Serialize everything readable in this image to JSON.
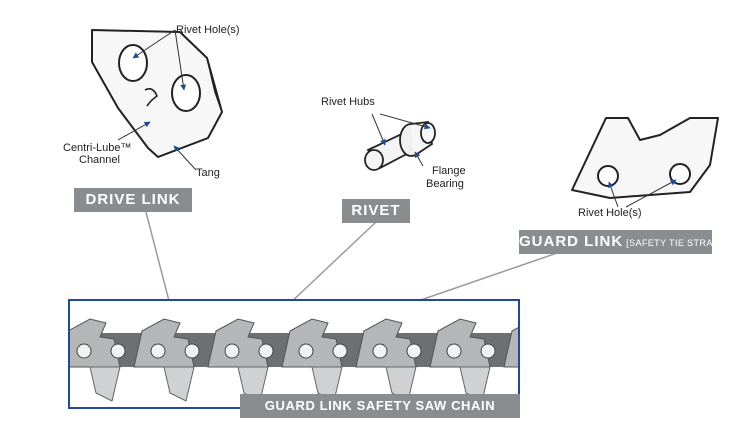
{
  "drive_link": {
    "title": "DRIVE LINK",
    "callouts": {
      "rivet_holes": "Rivet Hole(s)",
      "centri_lube_line1": "Centri-Lube™",
      "centri_lube_line2": "Channel",
      "tang": "Tang"
    }
  },
  "rivet": {
    "title": "RIVET",
    "callouts": {
      "rivet_hubs": "Rivet Hubs",
      "flange_line1": "Flange",
      "flange_line2": "Bearing"
    }
  },
  "guard_link": {
    "title": "GUARD LINK",
    "subtitle": "[SAFETY TIE STRAP]",
    "callouts": {
      "rivet_holes": "Rivet Hole(s)"
    }
  },
  "chain": {
    "caption": "GUARD LINK SAFETY SAW CHAIN"
  },
  "colors": {
    "frame": "#1f4a9a",
    "label_bg": "#8a8d8f",
    "arrow": "#1f4a9a",
    "chain_steel": "#b4b6b8",
    "chain_dark": "#6d6f71"
  }
}
